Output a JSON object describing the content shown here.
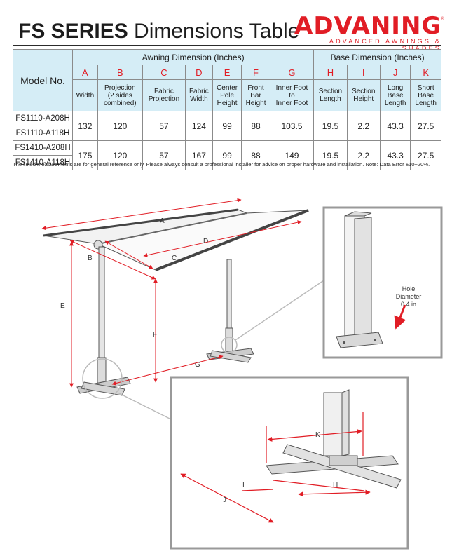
{
  "header": {
    "title_bold": "FS SERIES",
    "title_rest": " Dimensions Table",
    "logo_text": "ADVANING",
    "logo_tagline": "ADVANCED AWNINGS & SHADES",
    "logo_reg": "®"
  },
  "table": {
    "model_header": "Model No.",
    "group_awning": "Awning Dimension (Inches)",
    "group_base": "Base Dimension (Inches)",
    "letters": [
      "A",
      "B",
      "C",
      "D",
      "E",
      "F",
      "G",
      "H",
      "I",
      "J",
      "K"
    ],
    "descs": [
      "Width",
      "Projection\n(2 sides\ncombined)",
      "Fabric\nProjection",
      "Fabric\nWidth",
      "Center\nPole\nHeight",
      "Front\nBar\nHeight",
      "Inner Foot\nto\nInner Foot",
      "Section\nLength",
      "Section\nHeight",
      "Long\nBase\nLength",
      "Short\nBase\nLength"
    ],
    "groups": [
      {
        "models": [
          "FS1110-A208H",
          "FS1110-A118H"
        ],
        "values": [
          "132",
          "120",
          "57",
          "124",
          "99",
          "88",
          "103.5",
          "19.5",
          "2.2",
          "43.3",
          "27.5"
        ]
      },
      {
        "models": [
          "FS1410-A208H",
          "FS1410-A118H"
        ],
        "values": [
          "175",
          "120",
          "57",
          "167",
          "99",
          "88",
          "149",
          "19.5",
          "2.2",
          "43.3",
          "27.5"
        ]
      }
    ]
  },
  "note": "The listed measurements are for general reference only.  Please always consult a professional installer for advice on proper hardware and installation.  Note: Data Error ±10~20%.",
  "diagram": {
    "labels": {
      "A": "A",
      "B": "B",
      "C": "C",
      "D": "D",
      "E": "E",
      "F": "F",
      "G": "G",
      "H": "H",
      "I": "I",
      "J": "J",
      "K": "K"
    },
    "hole_l1": "Hole",
    "hole_l2": "Diameter",
    "hole_l3": "0.4 in"
  },
  "colors": {
    "accent": "#e11d25",
    "header_bg": "#d5edf6",
    "frame": "#999999"
  }
}
